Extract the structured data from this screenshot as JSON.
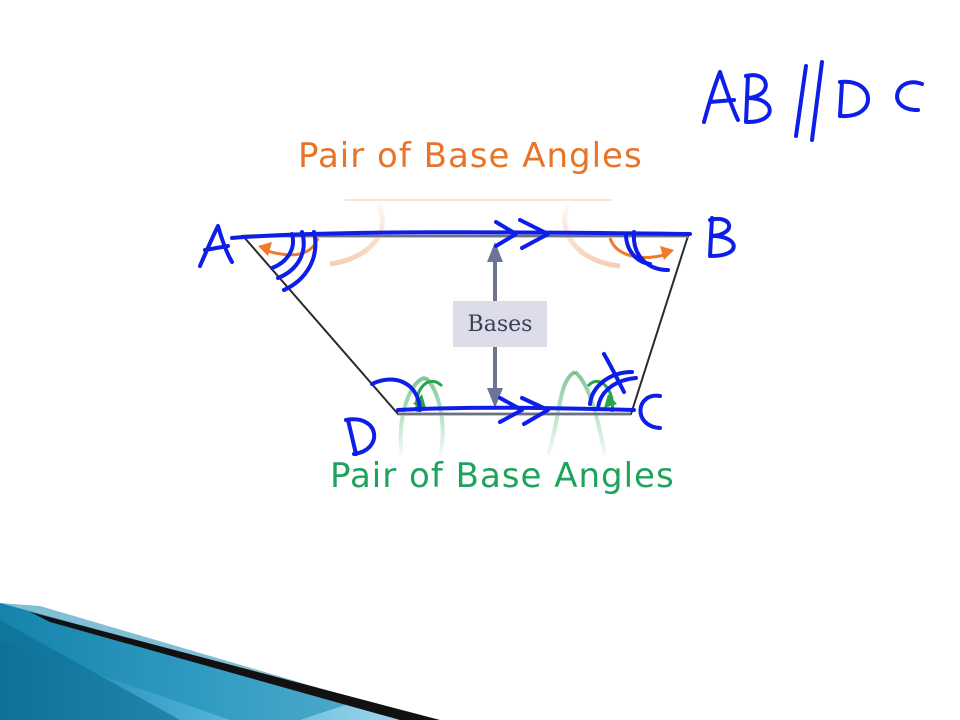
{
  "labels": {
    "top_title": "Pair of Base Angles",
    "bottom_title": "Pair of Base Angles",
    "bases": "Bases"
  },
  "handwriting": {
    "parallel_note": "AB//DC",
    "vertex_a": "A",
    "vertex_b": "B",
    "vertex_c": "C",
    "vertex_d": "D"
  },
  "colors": {
    "top_title": "#e8742a",
    "bottom_title": "#1fa35c",
    "ink": "#0d1ee8",
    "trapezoid": "#2b2b2b",
    "orange_arc": "#f07a2b",
    "green_arc": "#2aa34f",
    "footer_teal": "#1b8bb3",
    "footer_dark": "#111111"
  }
}
